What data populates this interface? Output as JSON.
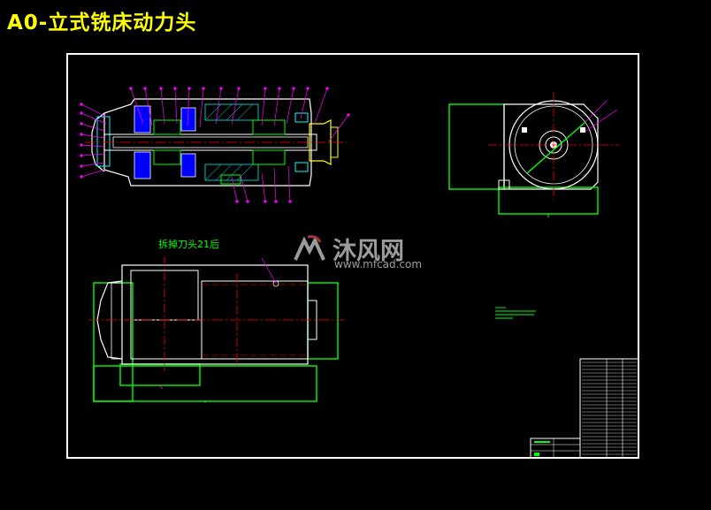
{
  "drawing": {
    "title": "A0-立式铣床动力头",
    "view_label": "拆掉刀头21后"
  },
  "watermark": {
    "brand": "沐风网",
    "url": "www.mfcad.com"
  },
  "colors": {
    "background": "#000000",
    "title": "#ffff00",
    "frame": "#ffffff",
    "outline": "#ffffff",
    "center_line": "#ff0000",
    "leader": "#ff00ff",
    "green": "#00ff00",
    "hatch": "#00c0c0",
    "cut_part": "#0000ff",
    "note_text": "#00ff00"
  }
}
